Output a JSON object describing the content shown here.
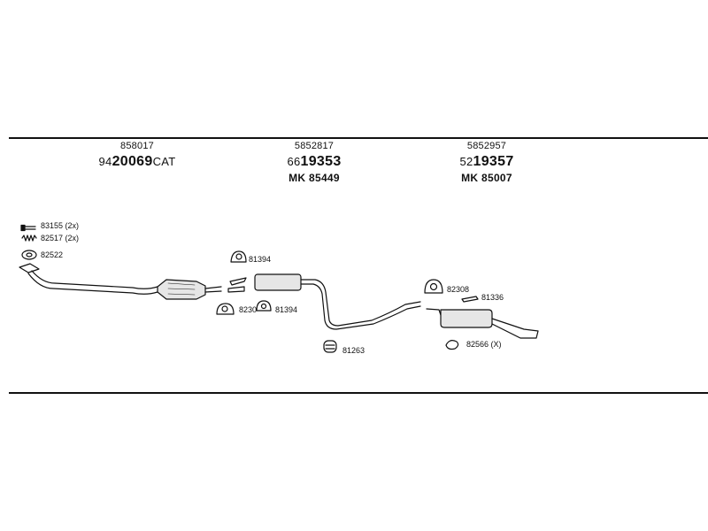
{
  "groups": [
    {
      "ref": "858017",
      "number_prefix": "94",
      "number_main": "20069",
      "number_suffix": "CAT",
      "mk": ""
    },
    {
      "ref": "5852817",
      "number_prefix": "66",
      "number_main": "19353",
      "number_suffix": "",
      "mk": "MK 85449"
    },
    {
      "ref": "5852957",
      "number_prefix": "52",
      "number_main": "19357",
      "number_suffix": "",
      "mk": "MK 85007"
    }
  ],
  "labels": {
    "p83155": "83155 (2x)",
    "p82517": "82517 (2x)",
    "p82522": "82522",
    "p81394a": "81394",
    "p82308a": "8230",
    "p81394b": "81394",
    "p81263": "81263",
    "p82308b": "82308",
    "p81336": "81336",
    "p82566": "82566 (X)"
  }
}
